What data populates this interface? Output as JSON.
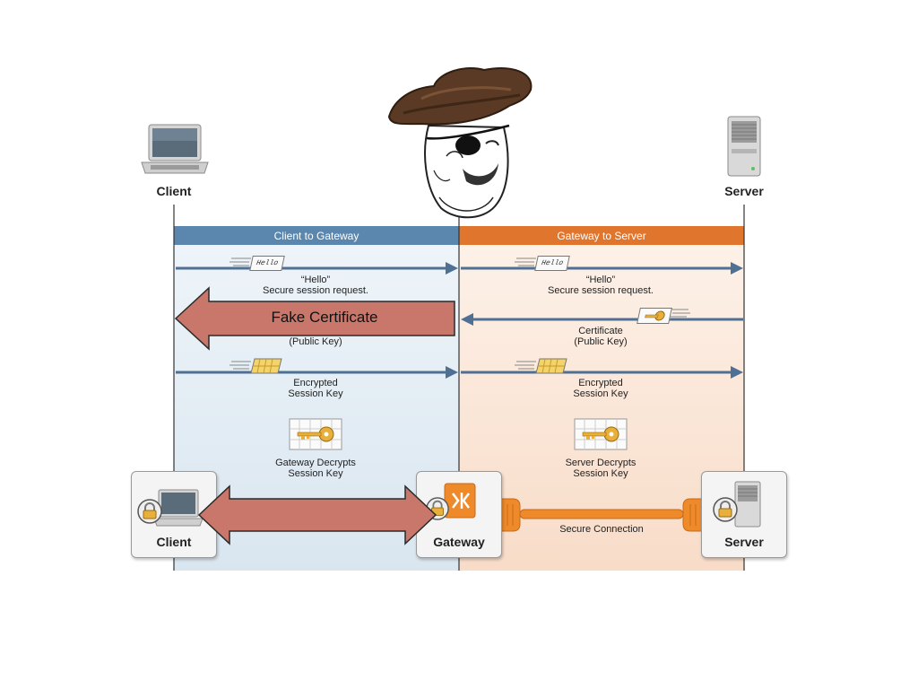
{
  "headers": {
    "client": "Client",
    "server": "Server"
  },
  "bands": {
    "left": "Client to Gateway",
    "right": "Gateway to Server"
  },
  "steps": {
    "hello_left": {
      "note": "Hello",
      "line1": "“Hello”",
      "line2": "Secure session request."
    },
    "hello_right": {
      "note": "Hello",
      "line1": "“Hello”",
      "line2": "Secure session request."
    },
    "fake_certificate": "Fake Certificate",
    "left_public_key": "(Public Key)",
    "right_certificate": {
      "line1": "Certificate",
      "line2": "(Public Key)"
    },
    "enc_left": {
      "line1": "Encrypted",
      "line2": "Session Key"
    },
    "enc_right": {
      "line1": "Encrypted",
      "line2": "Session Key"
    },
    "decrypt_left": {
      "line1": "Gateway Decrypts",
      "line2": "Session Key"
    },
    "decrypt_right": {
      "line1": "Server Decrypts",
      "line2": "Session Key"
    }
  },
  "boxes": {
    "client": "Client",
    "gateway": "Gateway",
    "server": "Server"
  },
  "secure_connection": "Secure Connection",
  "colors": {
    "left_band": "#5b86ad",
    "right_band": "#e0752e",
    "left_bg": "#dfe9f2",
    "right_bg": "#fbe5d6",
    "arrow_blue": "#4f6f93",
    "fake_arrow": "#c8776a",
    "orange": "#ee8a2a"
  },
  "icons": [
    "laptop-icon",
    "server-tower-icon",
    "pirate-hat-icon",
    "trollface-icon",
    "eyepatch-icon",
    "key-icon",
    "lock-icon",
    "gateway-logo-icon",
    "cable-icon",
    "envelope-icon",
    "encrypted-packet-icon"
  ]
}
